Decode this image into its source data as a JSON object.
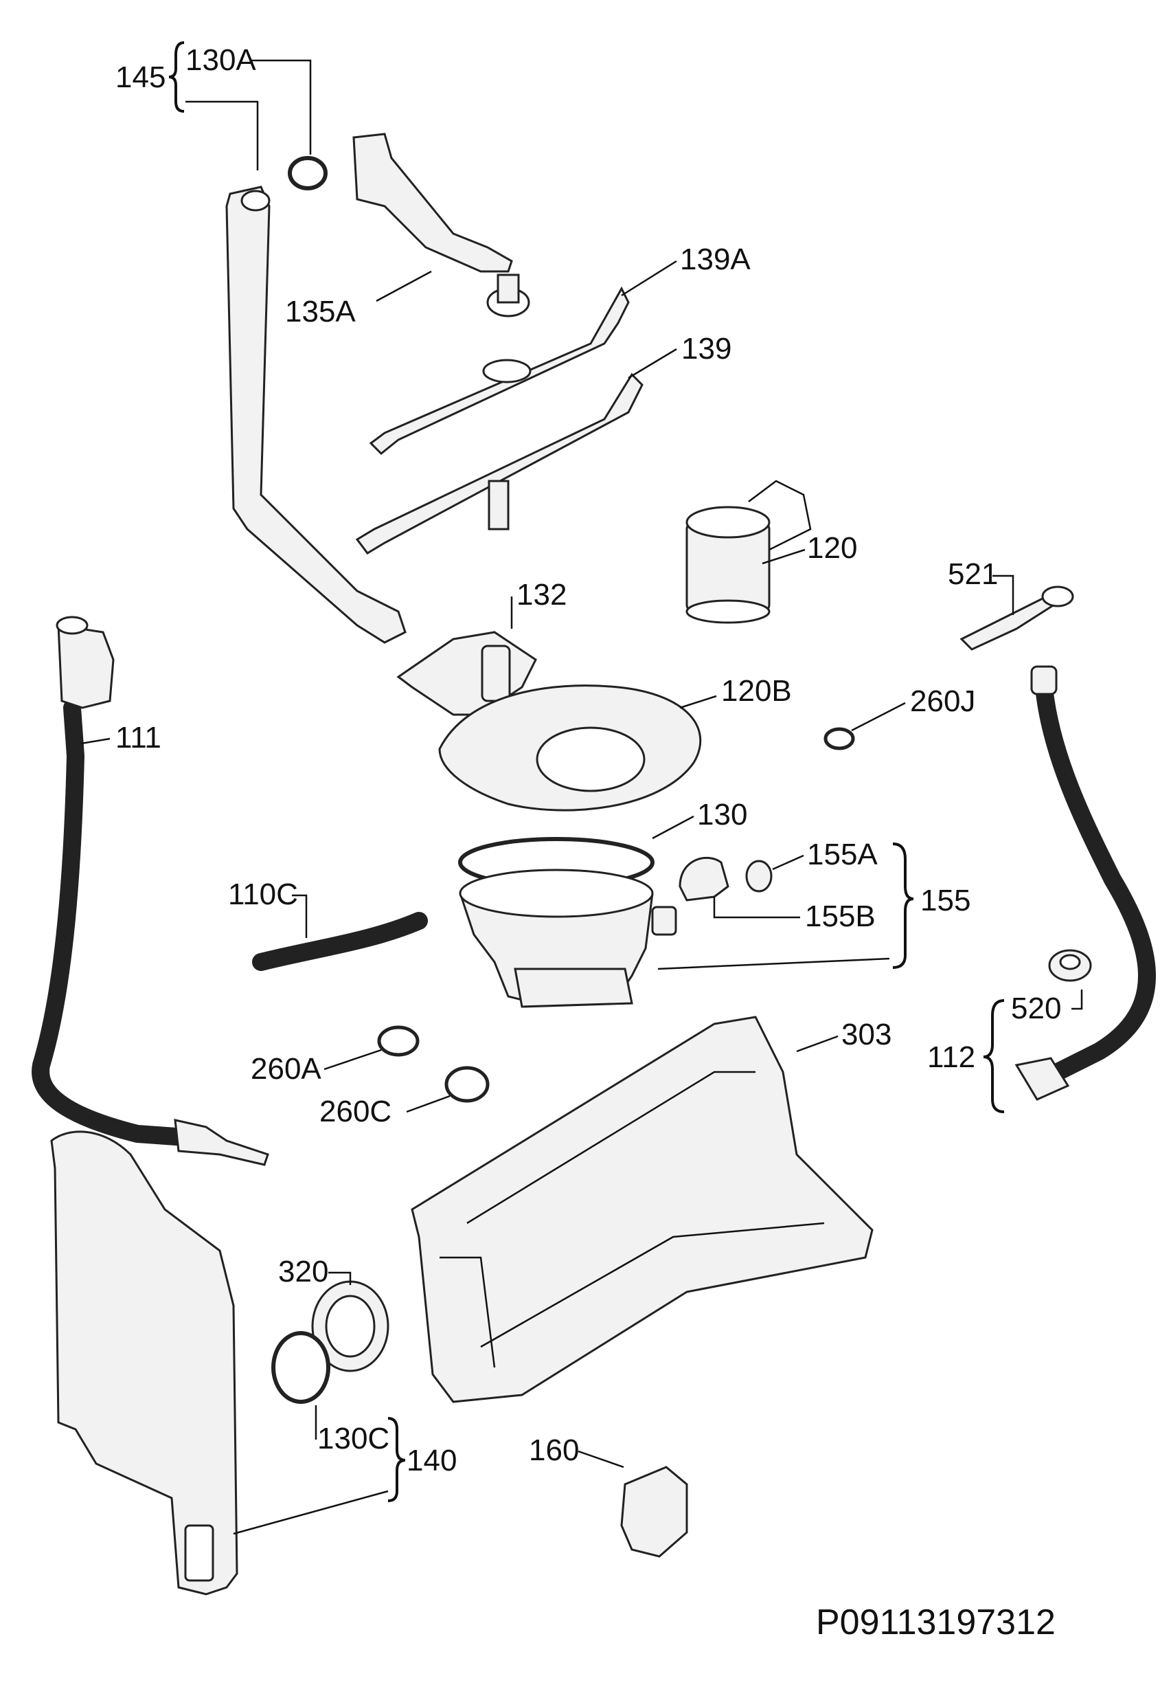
{
  "labels": {
    "l145": "145",
    "l130A": "130A",
    "l135A": "135A",
    "l139A": "139A",
    "l139": "139",
    "l120": "120",
    "l521": "521",
    "l132": "132",
    "l120B": "120B",
    "l260J": "260J",
    "l111": "111",
    "l130": "130",
    "l155A": "155A",
    "l155": "155",
    "l155B": "155B",
    "l110C": "110C",
    "l520": "520",
    "l112": "112",
    "l303": "303",
    "l260A": "260A",
    "l260C": "260C",
    "l320": "320",
    "l130C": "130C",
    "l140": "140",
    "l160": "160"
  },
  "drawing_code": "P09113197312"
}
